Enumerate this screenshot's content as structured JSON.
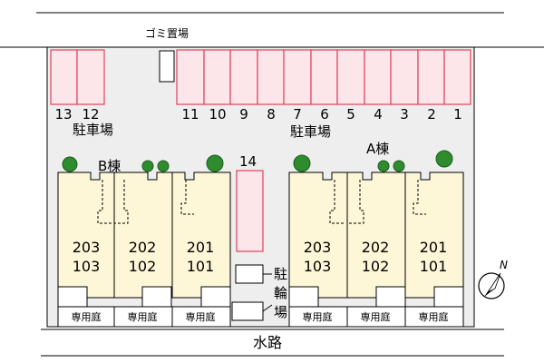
{
  "site": {
    "garbage_area": "ゴミ置場",
    "parking_left_label": "駐車場",
    "parking_right_label": "駐車場",
    "parking_spaces_left": [
      "13",
      "12"
    ],
    "parking_spaces_right": [
      "11",
      "10",
      "9",
      "8",
      "7",
      "6",
      "5",
      "4",
      "3",
      "2",
      "1"
    ],
    "parking_center_space": "14",
    "bike_parking_label": "駐\n輪\n場",
    "waterway_label": "水路",
    "compass_label": "N"
  },
  "buildings": [
    {
      "name": "B棟",
      "units": [
        {
          "upper": "203",
          "lower": "103",
          "garden": "専用庭"
        },
        {
          "upper": "202",
          "lower": "102",
          "garden": "専用庭"
        },
        {
          "upper": "201",
          "lower": "101",
          "garden": "専用庭"
        }
      ]
    },
    {
      "name": "A棟",
      "units": [
        {
          "upper": "203",
          "lower": "103",
          "garden": "専用庭"
        },
        {
          "upper": "202",
          "lower": "102",
          "garden": "専用庭"
        },
        {
          "upper": "201",
          "lower": "101",
          "garden": "専用庭"
        }
      ]
    }
  ],
  "colors": {
    "parking_stroke": "#e0405a",
    "parking_fill": "#fde6ea",
    "site_fill": "#eeeeee",
    "building_fill": "#fdf7d8",
    "tree": "#2e8b2e"
  }
}
